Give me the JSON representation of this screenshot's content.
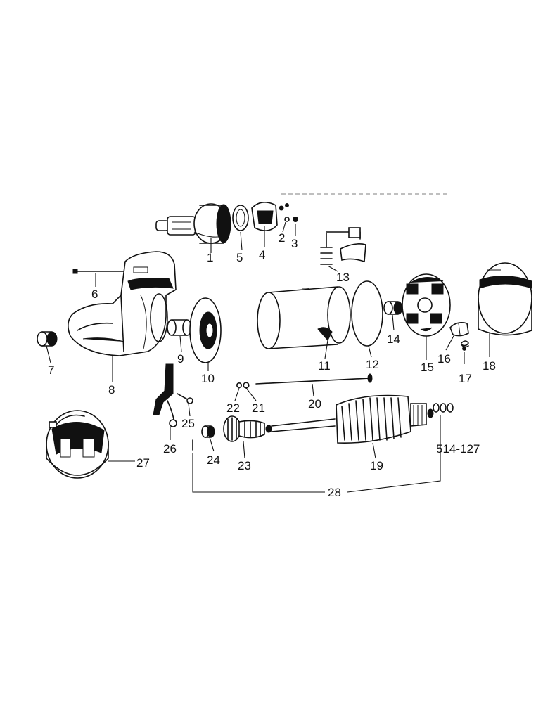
{
  "reference_code": "514-127",
  "callouts": {
    "c1": "1",
    "c2": "2",
    "c3": "3",
    "c4": "4",
    "c5": "5",
    "c6": "6",
    "c7": "7",
    "c8": "8",
    "c9": "9",
    "c10": "10",
    "c11": "11",
    "c12": "12",
    "c13": "13",
    "c14": "14",
    "c15": "15",
    "c16": "16",
    "c17": "17",
    "c18": "18",
    "c19": "19",
    "c20": "20",
    "c21": "21",
    "c22": "22",
    "c23": "23",
    "c24": "24",
    "c25": "25",
    "c26": "26",
    "c27": "27",
    "c28": "28"
  },
  "colors": {
    "ink": "#111111",
    "paper": "#ffffff"
  }
}
